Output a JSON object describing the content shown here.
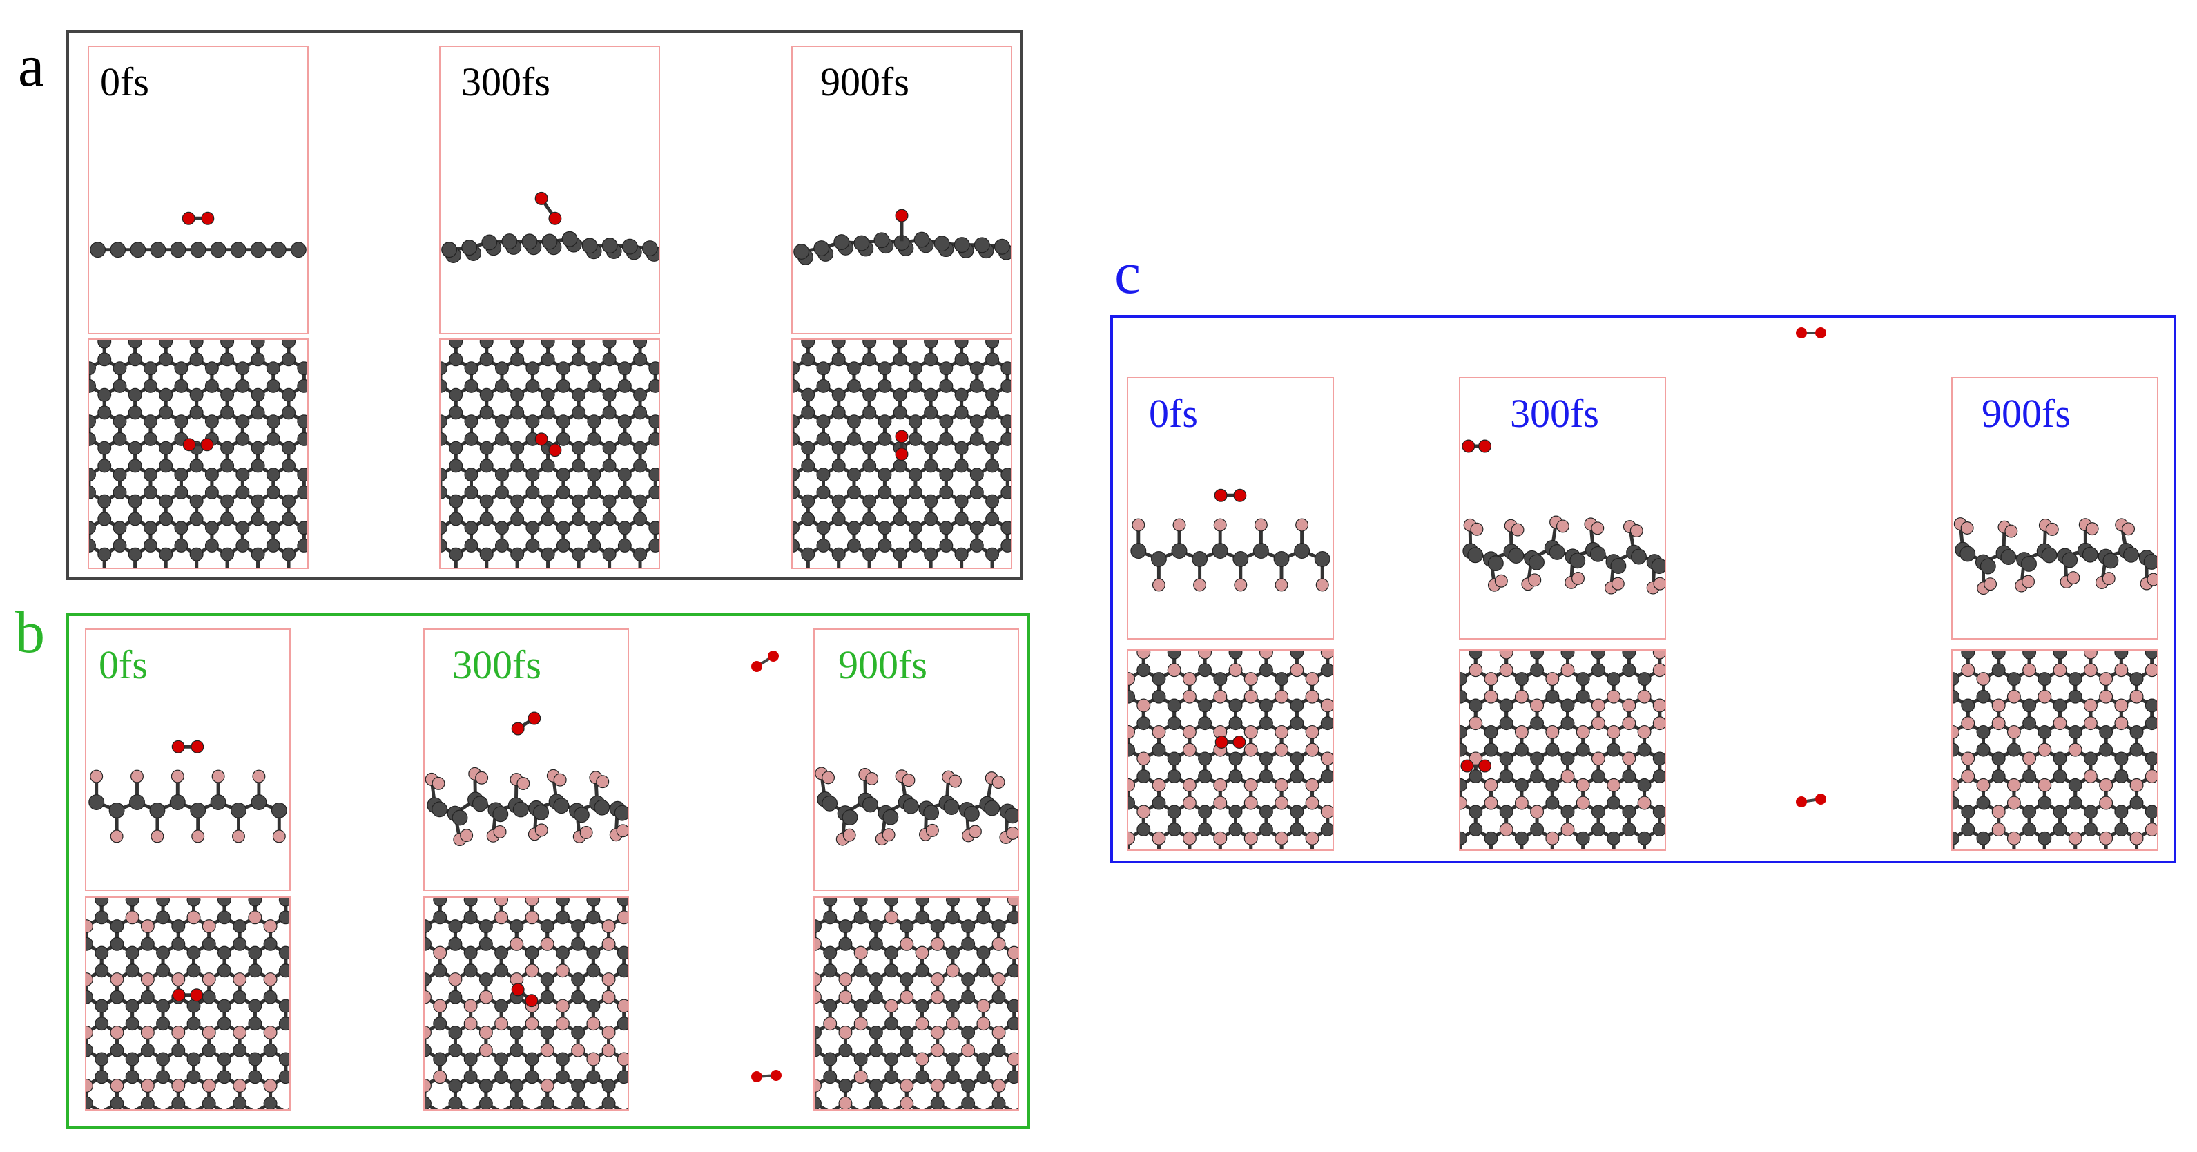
{
  "panels": {
    "a": {
      "label": "a",
      "color": "#000000",
      "t0": "0fs",
      "t1": "300fs",
      "t2": "900fs"
    },
    "b": {
      "label": "b",
      "color": "#2bb52b",
      "t0": "0fs",
      "t1": "300fs",
      "t2": "900fs"
    },
    "c": {
      "label": "c",
      "color": "#1a1aee",
      "t0": "0fs",
      "t1": "300fs",
      "t2": "900fs"
    }
  },
  "colors": {
    "carbon": "#4a4a4a",
    "hydrogen": "#d99a9a",
    "oxygen": "#d40000",
    "frame": "#f2a0a0"
  },
  "icons": {
    "carbon": "dark-grey-sphere",
    "hydrogen": "pink-sphere",
    "oxygen": "red-sphere"
  }
}
